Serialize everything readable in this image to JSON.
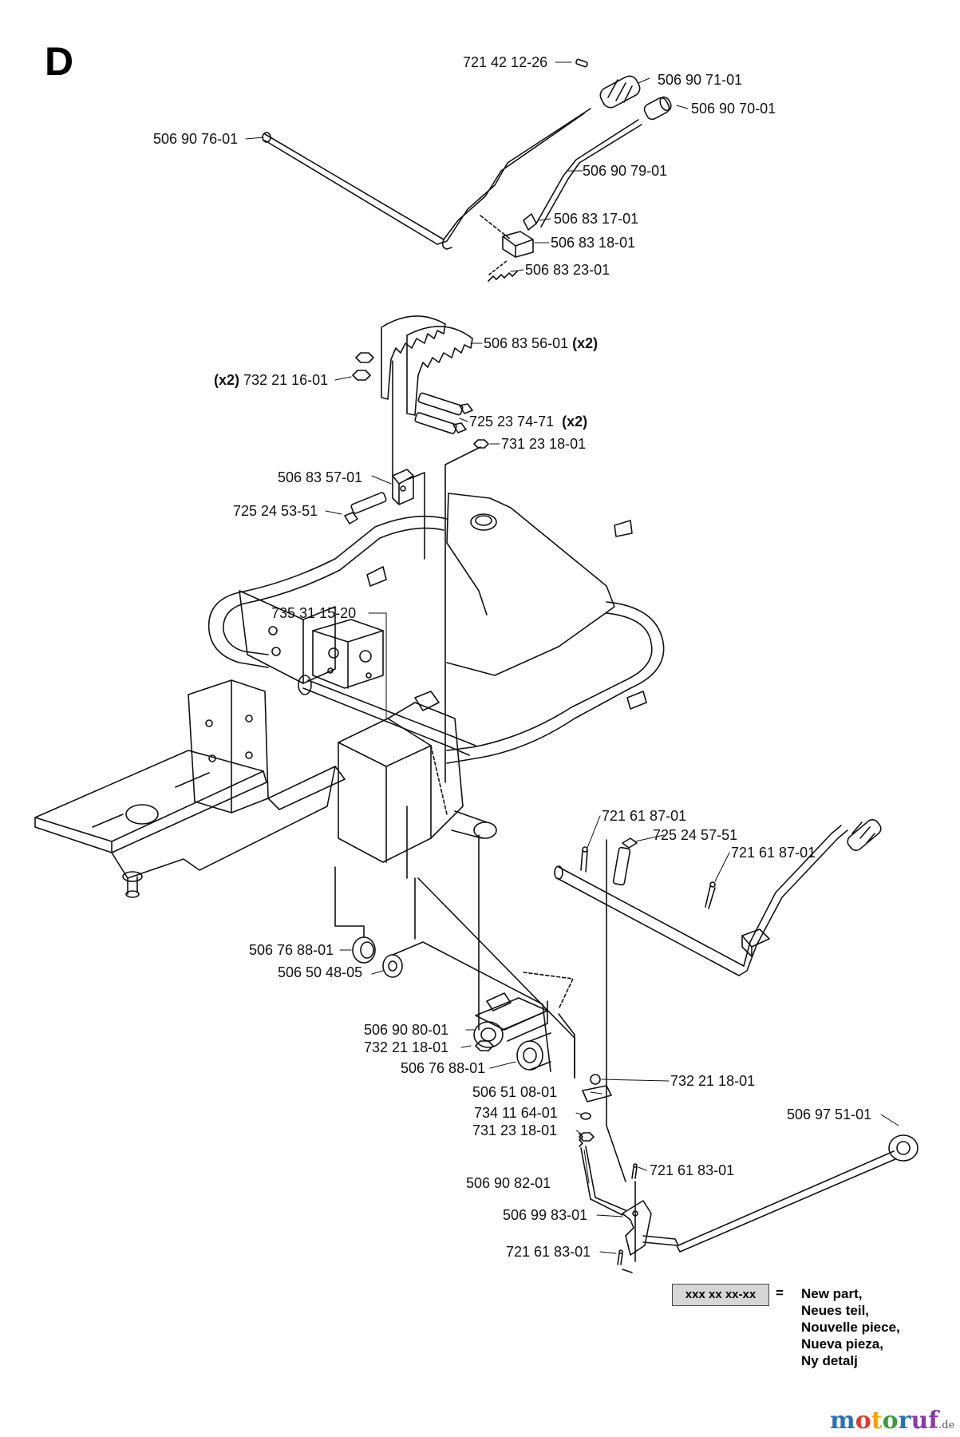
{
  "diagram": {
    "section": "D",
    "parts": {
      "p1": "721 42 12-26",
      "p2": "506 90 71-01",
      "p3": "506 90 70-01",
      "p4": "506 90 76-01",
      "p5": "506 90 79-01",
      "p6": "506 83 17-01",
      "p7": "506 83 18-01",
      "p8": "506 83 23-01",
      "p9": "506 83 56-01",
      "p10": "732 21 16-01",
      "p11": "725 23 74-71",
      "p12": "731 23 18-01",
      "p13": "506 83 57-01",
      "p14": "725 24 53-51",
      "p15": "735 31 15-20",
      "p16": "721 61 87-01",
      "p17": "725 24 57-51",
      "p18": "721 61 87-01",
      "p19": "506 76 88-01",
      "p20": "506 50 48-05",
      "p21": "506 90 80-01",
      "p22": "732 21 18-01",
      "p23": "506 76 88-01",
      "p24": "732 21 18-01",
      "p25": "506 51 08-01",
      "p26": "734 11 64-01",
      "p27": "731 23 18-01",
      "p28": "506 97 51-01",
      "p29": "721 61 83-01",
      "p30": "506 90 82-01",
      "p31": "506 99 83-01",
      "p32": "721 61 83-01"
    },
    "qty_x2": "(x2)"
  },
  "legend": {
    "box": "xxx xx xx-xx",
    "equals": "=",
    "line1": "New part,",
    "line2": "Neues teil,",
    "line3": "Nouvelle piece,",
    "line4": "Nueva pieza,",
    "line5": "Ny detalj"
  },
  "brand": {
    "a": "m",
    "b": "o",
    "c": "t",
    "d": "o",
    "e": "r",
    "f": "uf",
    "tld": ".de"
  }
}
